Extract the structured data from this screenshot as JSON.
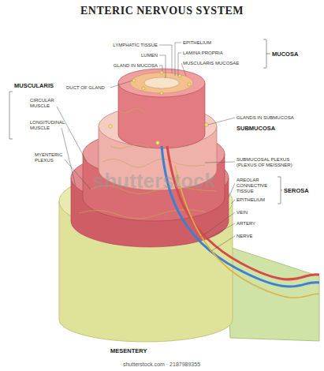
{
  "diagram": {
    "title": "ENTERIC NERVOUS SYSTEM",
    "labels": [
      "LYMPHATIC TISSUE",
      "EPITHELIUM",
      "LUMEN",
      "LAMINA PROPRIA",
      "GLAND IN MUCOSA",
      "MUSCULARIS MUCOSAE",
      "MUCOSA",
      "DUCT OF GLAND",
      "MUSCULARIS",
      "CIRCULAR MUSCLE",
      "LONGITUDINAL MUSCLE",
      "GLANDS IN SUBMUCOSA",
      "SUBMUCOSA",
      "MYENTERIC PLEXUS",
      "SUBMUCOSAL PLEXUS (PLEXUS OF MEISSNER)",
      "AREOLAR CONNECTIVE TISSUE",
      "EPITHELIUM",
      "SEROSA",
      "VEIN",
      "ARTERY",
      "NERVE",
      "MESENTERY",
      "shutterstock",
      "shutterstock.com · 2187989355"
    ]
  }
}
